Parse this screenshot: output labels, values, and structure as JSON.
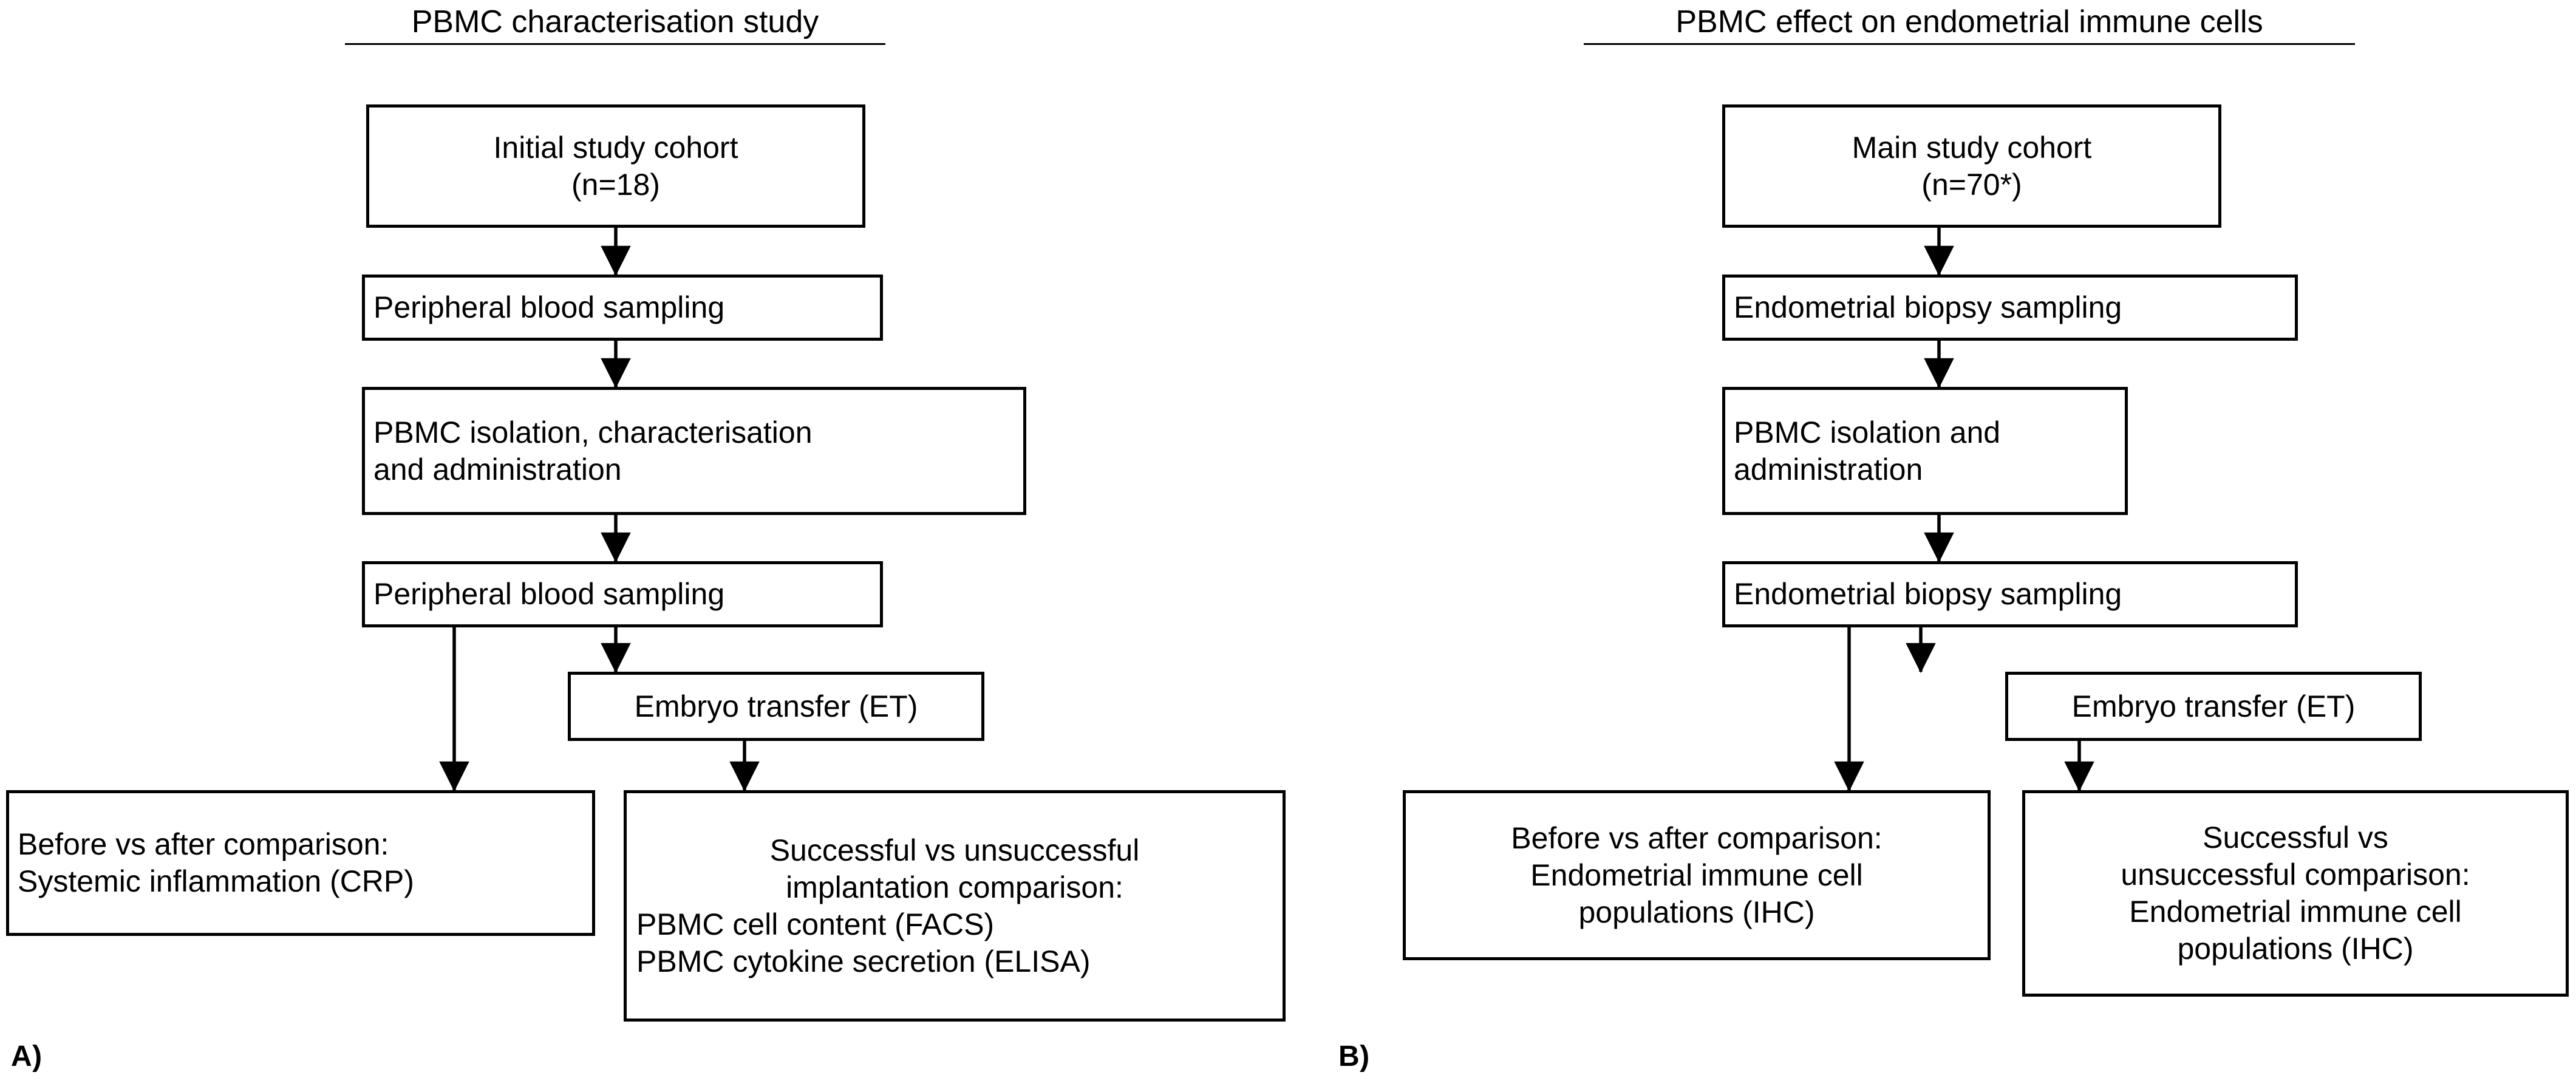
{
  "figure": {
    "panels": [
      {
        "id": "panel-a",
        "label": "A)",
        "title": "PBMC characterisation study",
        "nodes": [
          {
            "id": "a-cohort",
            "lines": [
              "Initial study cohort",
              "(n=18)"
            ]
          },
          {
            "id": "a-blood-1",
            "lines": [
              "Peripheral blood sampling"
            ]
          },
          {
            "id": "a-isolation",
            "lines": [
              "PBMC isolation, characterisation",
              "and administration"
            ]
          },
          {
            "id": "a-blood-2",
            "lines": [
              "Peripheral blood sampling"
            ]
          },
          {
            "id": "a-et",
            "lines": [
              "Embryo transfer (ET)"
            ]
          },
          {
            "id": "a-outcome-left",
            "lines": [
              "Before vs after comparison:",
              "Systemic inflammation (CRP)"
            ]
          },
          {
            "id": "a-outcome-right",
            "lines": [
              "Successful vs unsuccessful",
              "implantation comparison:",
              "PBMC cell content (FACS)",
              "PBMC cytokine secretion (ELISA)"
            ]
          }
        ]
      },
      {
        "id": "panel-b",
        "label": "B)",
        "title": "PBMC effect on endometrial immune cells",
        "nodes": [
          {
            "id": "b-cohort",
            "lines": [
              "Main study cohort",
              "(n=70*)"
            ]
          },
          {
            "id": "b-biopsy-1",
            "lines": [
              "Endometrial biopsy sampling"
            ]
          },
          {
            "id": "b-isolation",
            "lines": [
              "PBMC isolation and",
              "administration"
            ]
          },
          {
            "id": "b-biopsy-2",
            "lines": [
              "Endometrial biopsy sampling"
            ]
          },
          {
            "id": "b-et",
            "lines": [
              "Embryo transfer (ET)"
            ]
          },
          {
            "id": "b-outcome-left",
            "lines": [
              "Before vs after comparison:",
              "Endometrial immune cell",
              "populations (IHC)"
            ]
          },
          {
            "id": "b-outcome-right",
            "lines": [
              "Successful vs",
              "unsuccessful comparison:",
              "Endometrial immune cell",
              "populations (IHC)"
            ]
          }
        ]
      }
    ],
    "colors": {
      "stroke": "#000000",
      "background": "#ffffff",
      "text": "#000000"
    }
  }
}
